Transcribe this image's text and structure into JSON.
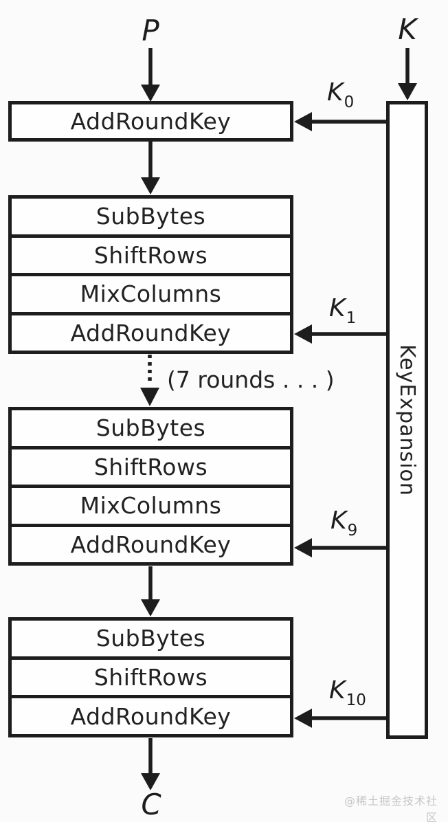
{
  "diagram": {
    "inputs": {
      "plaintext": "P",
      "key": "K"
    },
    "output": {
      "ciphertext": "C"
    },
    "initial_round": {
      "step": "AddRoundKey"
    },
    "round_1": {
      "steps": [
        "SubBytes",
        "ShiftRows",
        "MixColumns",
        "AddRoundKey"
      ]
    },
    "middle_rounds_note": "(7 rounds . . . )",
    "round_9": {
      "steps": [
        "SubBytes",
        "ShiftRows",
        "MixColumns",
        "AddRoundKey"
      ]
    },
    "final_round": {
      "steps": [
        "SubBytes",
        "ShiftRows",
        "AddRoundKey"
      ]
    },
    "key_expansion": {
      "label": "KeyExpansion"
    },
    "round_keys": [
      {
        "base": "K",
        "subscript": "0"
      },
      {
        "base": "K",
        "subscript": "1"
      },
      {
        "base": "K",
        "subscript": "9"
      },
      {
        "base": "K",
        "subscript": "10"
      }
    ],
    "colors": {
      "line": "#1d1d1d",
      "box_fill": "#fefefe",
      "background": "#fbfbfb",
      "watermark_gray": "#c6c6c6"
    }
  },
  "watermark": "@稀土掘金技术社区"
}
